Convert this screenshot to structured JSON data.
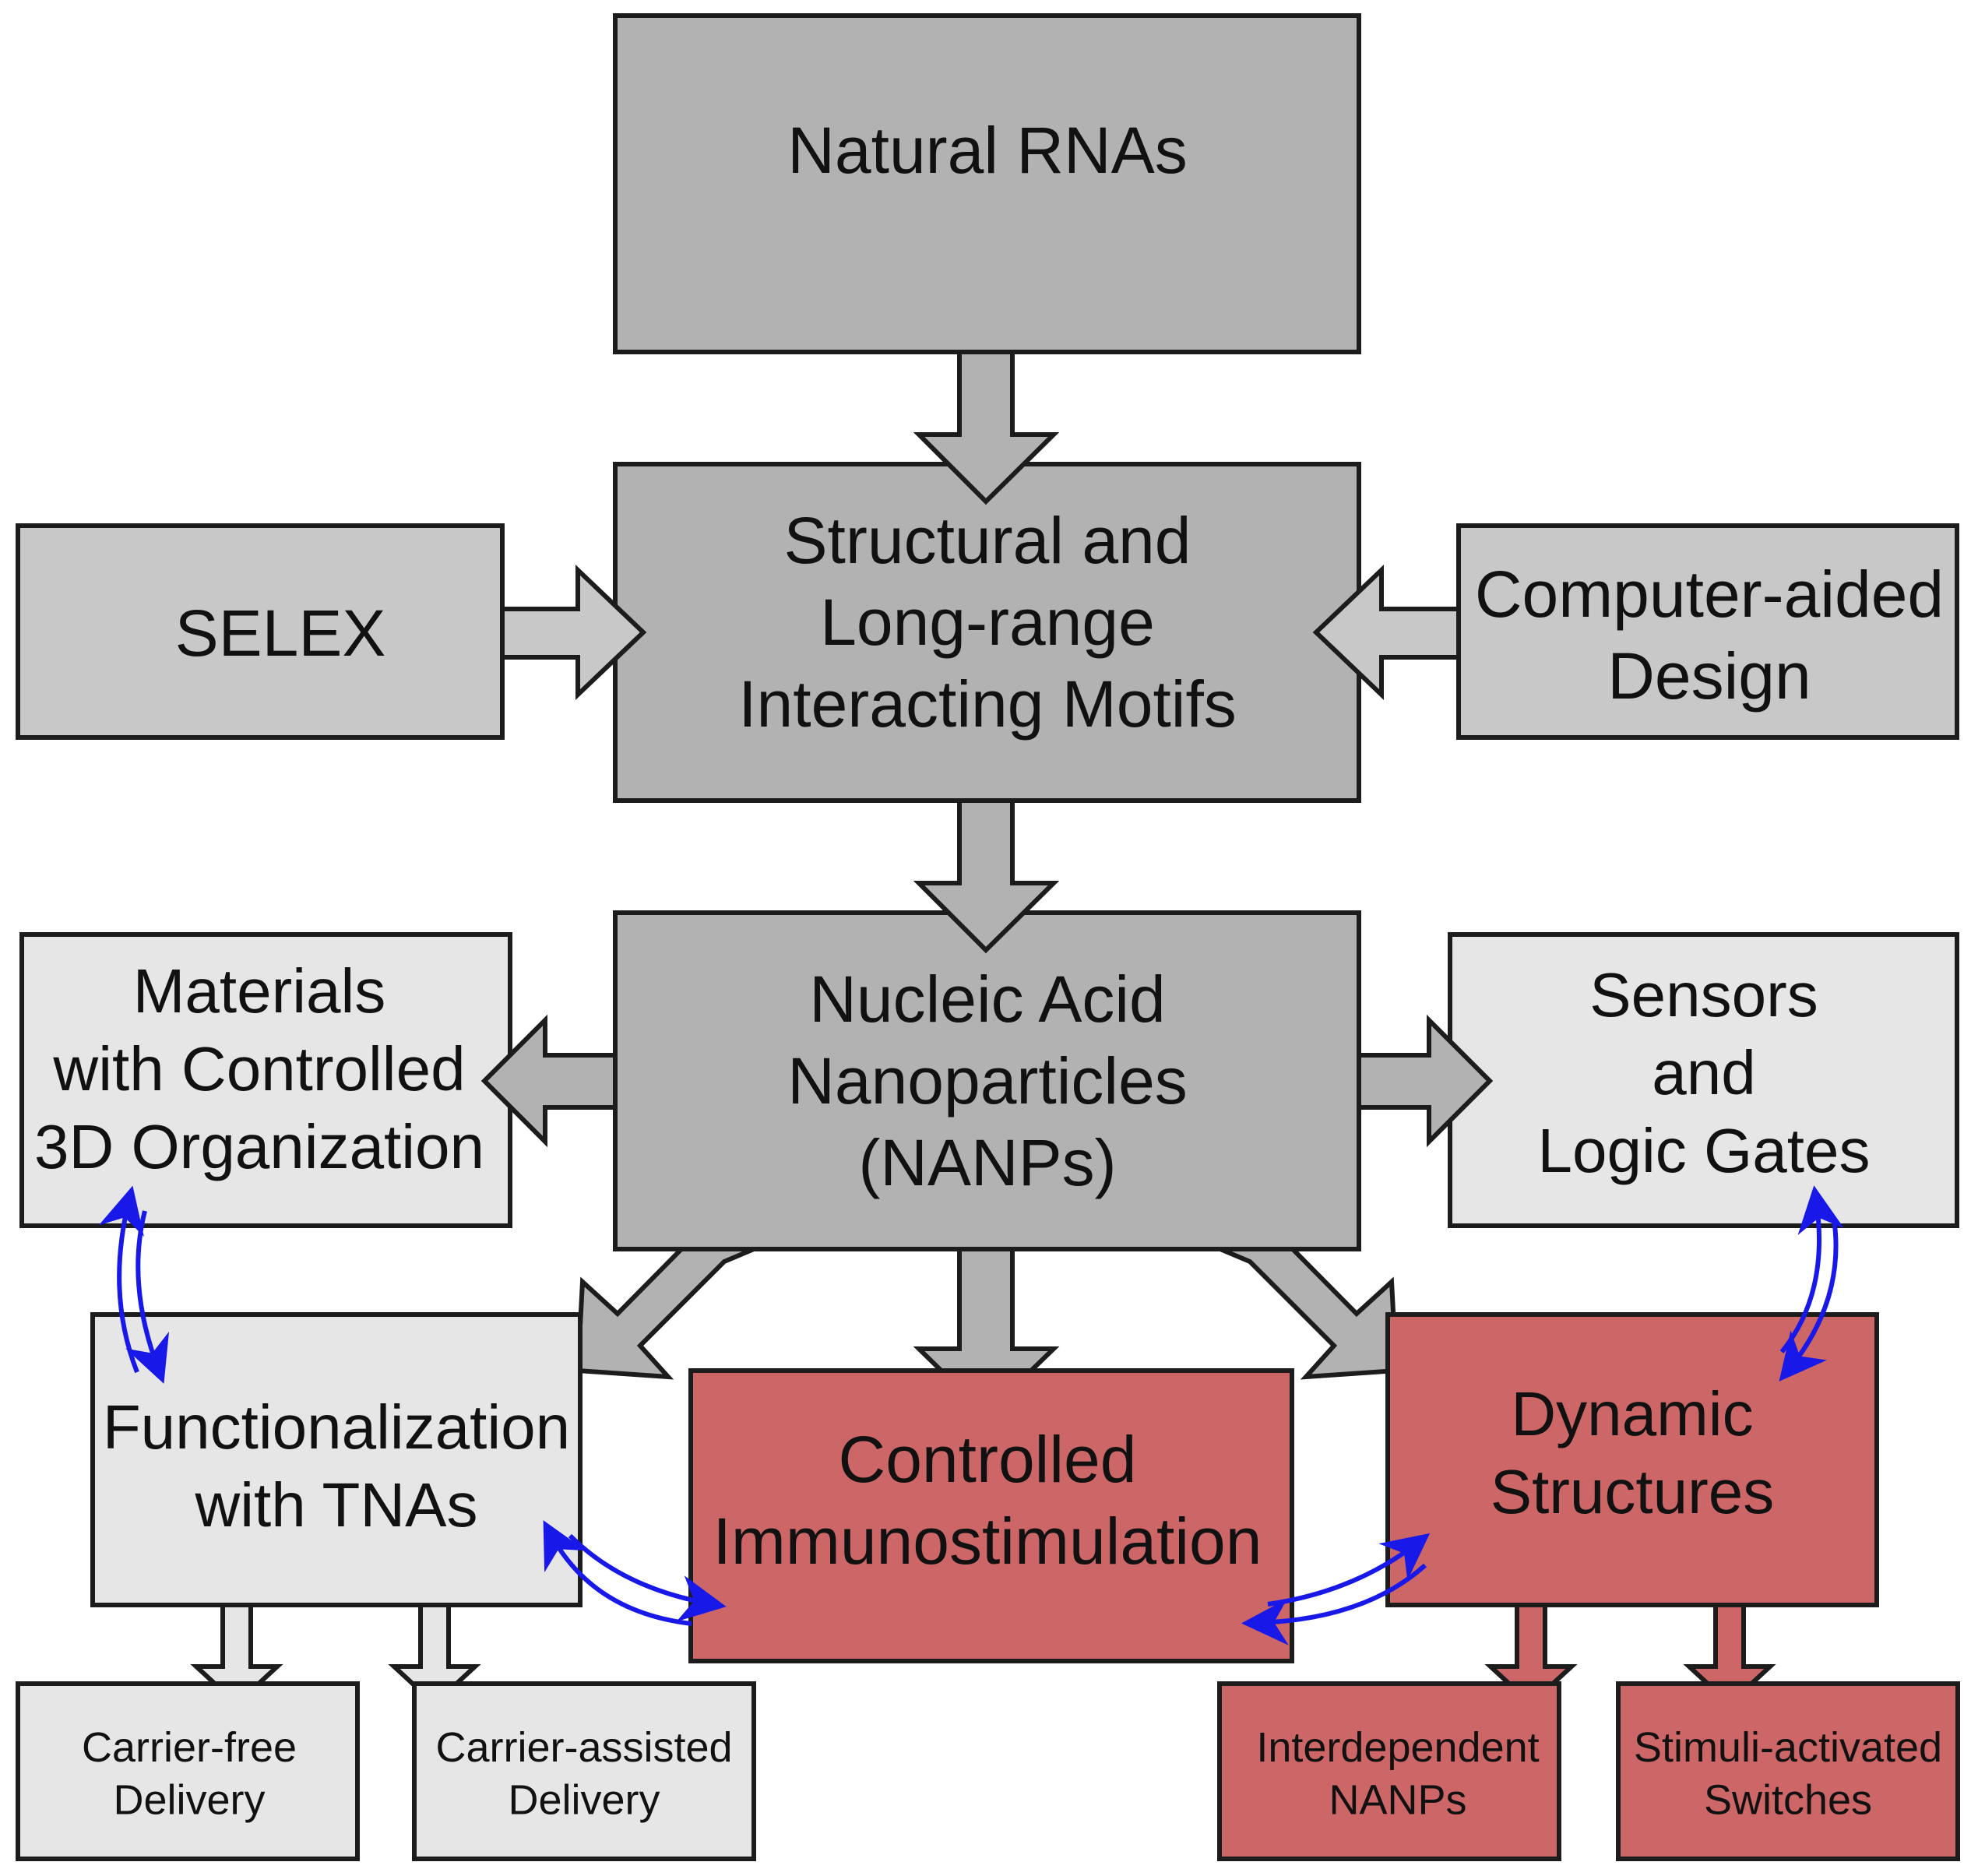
{
  "colors": {
    "dark_gray": "#B2B2B2",
    "mid_gray": "#C8C8C8",
    "light_gray": "#E6E6E6",
    "red": "#CD6666",
    "outline": "#1C1C1C",
    "cycle_arrow": "#1818E8"
  },
  "nodes": {
    "natural_rnas": [
      "Natural RNAs"
    ],
    "selex": [
      "SELEX"
    ],
    "motifs": [
      "Structural and",
      "Long-range",
      "Interacting Motifs"
    ],
    "computer_aided": [
      "Computer-aided",
      "Design"
    ],
    "nanps": [
      "Nucleic Acid",
      "Nanoparticles",
      "(NANPs)"
    ],
    "materials": [
      "Materials",
      "with Controlled",
      "3D Organization"
    ],
    "sensors": [
      "Sensors",
      "and",
      "Logic Gates"
    ],
    "functionalization": [
      "Functionalization",
      "with TNAs"
    ],
    "immunostimulation": [
      "Controlled",
      "Immunostimulation"
    ],
    "dynamic": [
      "Dynamic",
      "Structures"
    ],
    "carrier_free": [
      "Carrier-free",
      "Delivery"
    ],
    "carrier_assisted": [
      "Carrier-assisted",
      "Delivery"
    ],
    "interdependent": [
      "Interdependent",
      "NANPs"
    ],
    "stimuli": [
      "Stimuli-activated",
      "Switches"
    ]
  }
}
